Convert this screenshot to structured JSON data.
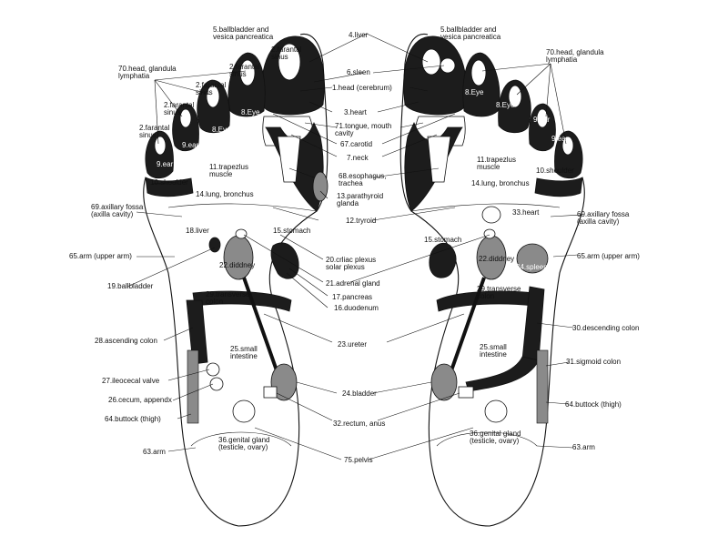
{
  "left_foot": {
    "labels": {
      "gallbladder_vesica": "5.ballbladder and\nvesica pancreatica",
      "head_glandula": "70.head, glandula\nlymphatia",
      "frontal_sinus_1": "2.farantal\nsinus",
      "frontal_sinus_2": "2.farantal\nsinus",
      "frontal_sinus_3": "2.farantal\nsinus",
      "frontal_sinus_4": "2.farantal\nsinus",
      "frontal_sinus_5": "2.farantal\nsinus",
      "eye_1": "8.Eye",
      "eye_2": "8.Eye",
      "ear_1": "9.ear",
      "ear_2": "9.ear",
      "shoulder": "10.shoulder",
      "trapezius": "11.trapezlus\nmuscle",
      "lung": "14.lung, bronchus",
      "axillary": "69.axillary fossa\n(axilla cavity)",
      "liver": "18.liver",
      "arm_upper": "65.arm (upper arm)",
      "kidney": "22.diddney",
      "gallbladder": "19.ballbladder",
      "transverse_colon": "29.transverse\ncolon",
      "ascending_colon": "28.ascending colon",
      "small_intestine": "25.small\nintestine",
      "ileocecal": "27.ileocecal valve",
      "cecum": "26.cecum, appendx",
      "buttock": "64.buttock (thigh)",
      "arm": "63.arm",
      "genital": "36.genital gland\n(testicle, ovary)",
      "stomach": "15.stomach"
    }
  },
  "center_labels": {
    "liver": "4.liver",
    "spleen": "6.sleen",
    "head_cerebrum": "1.head (cerebrum)",
    "heart": "3.heart",
    "tongue": "71.tongue, mouth\ncavity",
    "carotid": "67.carotid",
    "neck": "7.neck",
    "esophagus": "68.esophagus,\ntrachea",
    "parathyroid": "13.parathyroid\nglanda",
    "thyroid": "12.tryroid",
    "celiac": "20.crliac plexus\nsolar plexus",
    "adrenal": "21.adrenal gland",
    "pancreas": "17.pancreas",
    "duodenum": "16.duodenum",
    "ureter": "23.ureter",
    "bladder": "24.bladder",
    "rectum": "32.rectum, anus",
    "pelvis": "75.pelvis"
  },
  "right_foot": {
    "labels": {
      "gallbladder_vesica": "5.ballbladder and\nvesica pancreatica",
      "head_glandula": "70.head, glandula\nlymphatia",
      "eye_1": "8.Eye",
      "eye_2": "8.Eye",
      "ear_1": "9.ear",
      "ear_2": "9.ear",
      "shoulder": "10.shoulder",
      "trapezius": "11.trapezlus\nmuscle",
      "lung": "14.lung, bronchus",
      "axillary": "69.axillary fossa\n(axilla cavity)",
      "heart": "33.heart",
      "stomach": "15.stomach",
      "arm_upper": "65.arm (upper arm)",
      "kidney": "22.diddney",
      "spleen": "34.spleen",
      "transverse_colon": "29.transverse\ncolon",
      "descending_colon": "30.descending colon",
      "small_intestine": "25.small\nintestine",
      "sigmoid": "31.sigmoid colon",
      "buttock": "64.buttock (thigh)",
      "arm": "63.arm",
      "genital": "36.genital gland\n(testicle, ovary)"
    }
  }
}
